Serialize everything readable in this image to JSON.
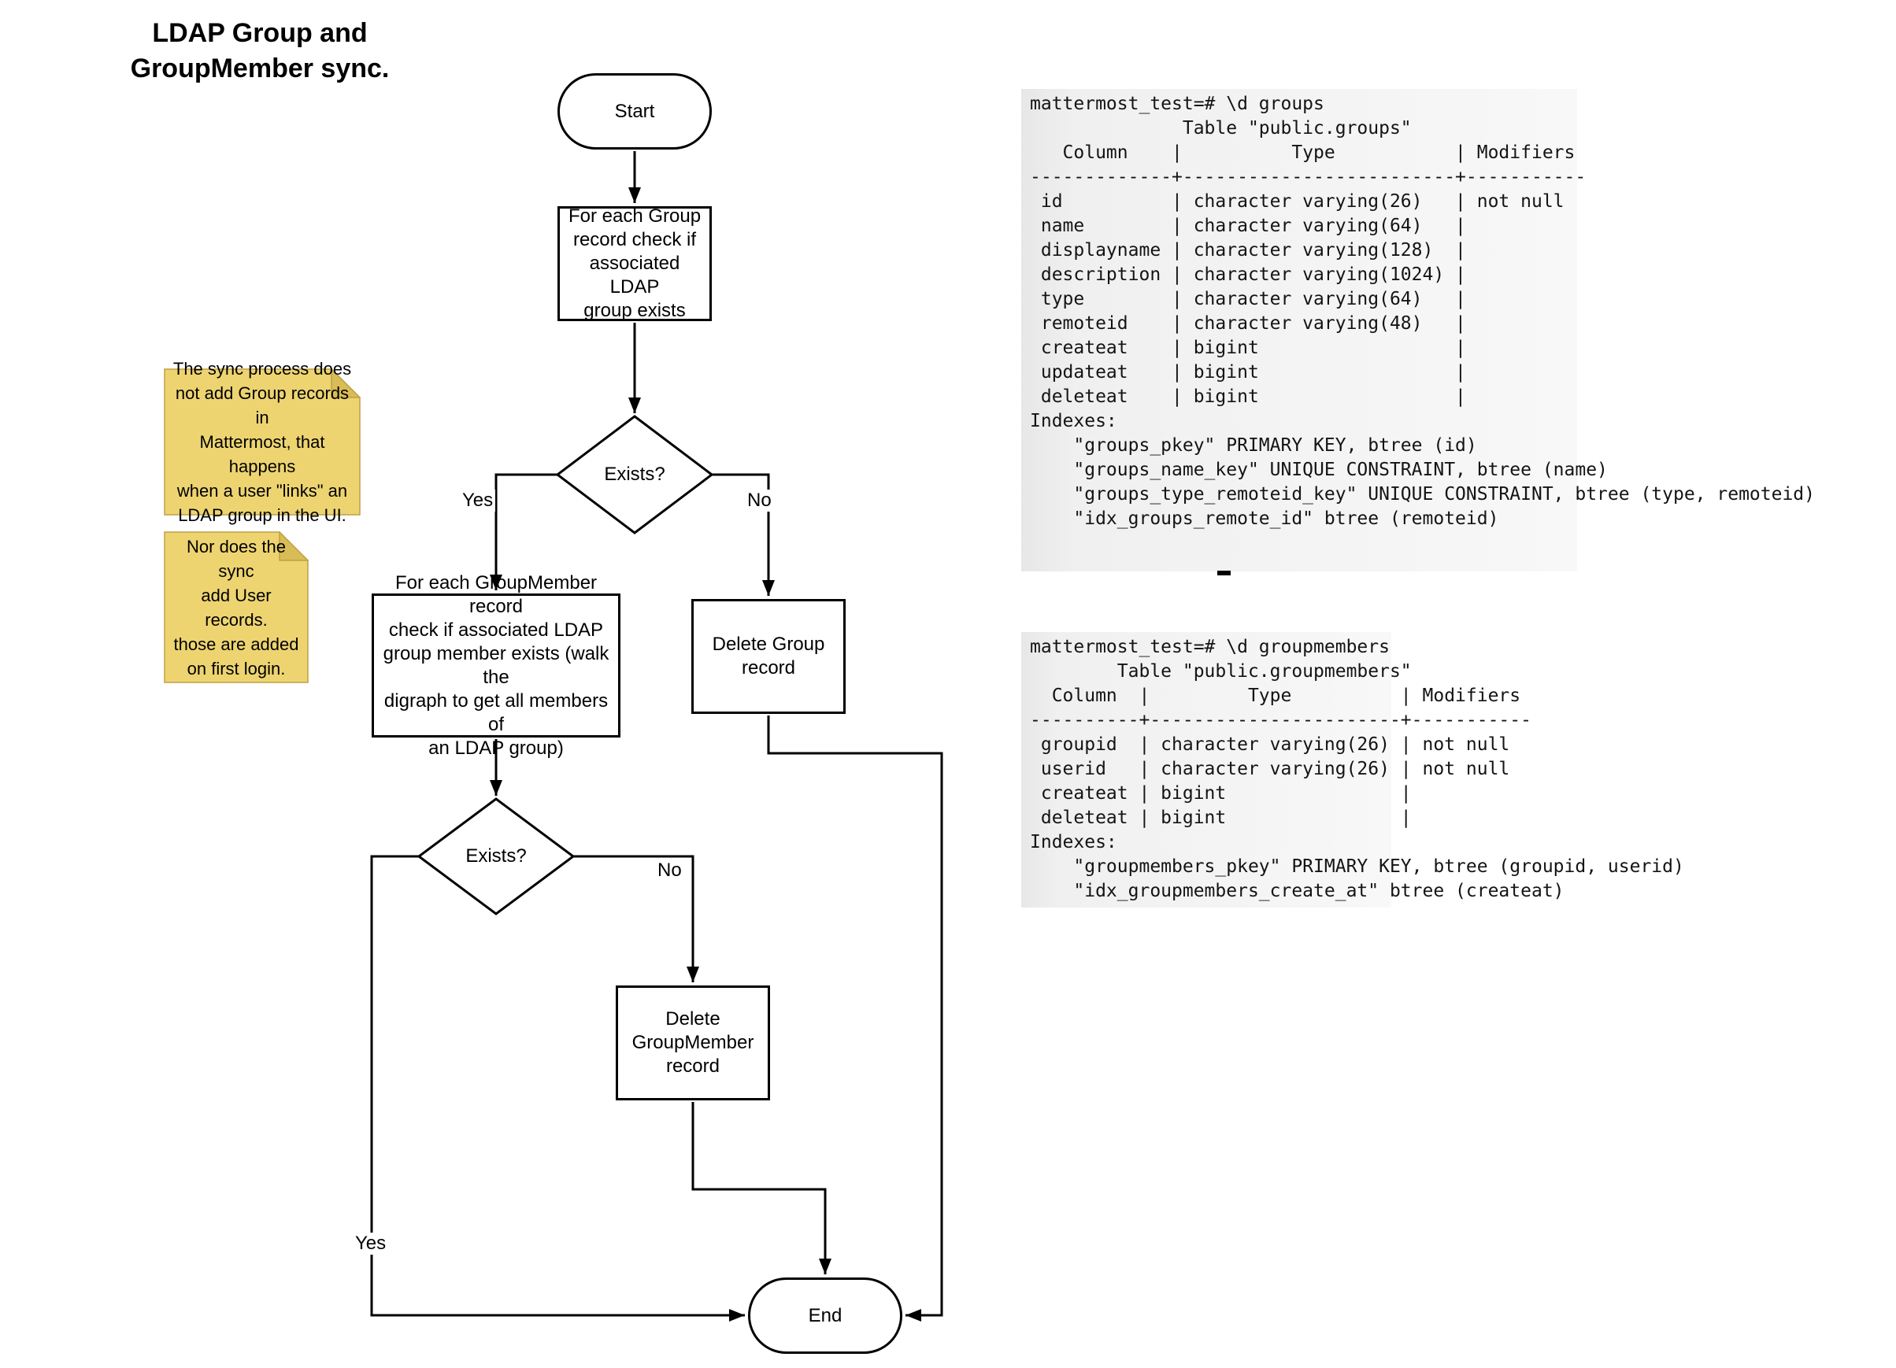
{
  "title": "LDAP Group and\nGroupMember sync.",
  "flowchart": {
    "start": "Start",
    "step_check_group": "For each Group\nrecord check if\nassociated LDAP\ngroup exists",
    "decision_group_exists": "Exists?",
    "step_check_groupmember": "For each GroupMember record\ncheck if associated LDAP\ngroup member exists (walk the\ndigraph to get all members of\nan LDAP group)",
    "step_delete_group": "Delete Group\nrecord",
    "decision_member_exists": "Exists?",
    "step_delete_groupmember": "Delete\nGroupMember\nrecord",
    "end": "End",
    "edge_labels": {
      "group_yes": "Yes",
      "group_no": "No",
      "member_yes": "Yes",
      "member_no": "No"
    }
  },
  "notes": [
    {
      "text": "The sync process does\nnot add Group records in\nMattermost, that happens\nwhen a user \"links\" an\nLDAP group in the UI."
    },
    {
      "text": "Nor does the sync\nadd User records.\nthose are added\non first login."
    }
  ],
  "terminals": [
    {
      "text": "mattermost_test=# \\d groups\n              Table \"public.groups\"\n   Column    |          Type           | Modifiers\n-------------+-------------------------+-----------\n id          | character varying(26)   | not null\n name        | character varying(64)   |\n displayname | character varying(128)  |\n description | character varying(1024) |\n type        | character varying(64)   |\n remoteid    | character varying(48)   |\n createat    | bigint                  |\n updateat    | bigint                  |\n deleteat    | bigint                  |\nIndexes:\n    \"groups_pkey\" PRIMARY KEY, btree (id)\n    \"groups_name_key\" UNIQUE CONSTRAINT, btree (name)\n    \"groups_type_remoteid_key\" UNIQUE CONSTRAINT, btree (type, remoteid)\n    \"idx_groups_remote_id\" btree (remoteid)"
    },
    {
      "text": "mattermost_test=# \\d groupmembers\n        Table \"public.groupmembers\"\n  Column  |         Type          | Modifiers\n----------+-----------------------+-----------\n groupid  | character varying(26) | not null\n userid   | character varying(26) | not null\n createat | bigint                |\n deleteat | bigint                |\nIndexes:\n    \"groupmembers_pkey\" PRIMARY KEY, btree (groupid, userid)\n    \"idx_groupmembers_create_at\" btree (createat)"
    }
  ],
  "colors": {
    "note_fill": "#EDD471",
    "note_fold": "#D8BC57",
    "note_border": "#BFA044",
    "stroke": "#000000"
  }
}
